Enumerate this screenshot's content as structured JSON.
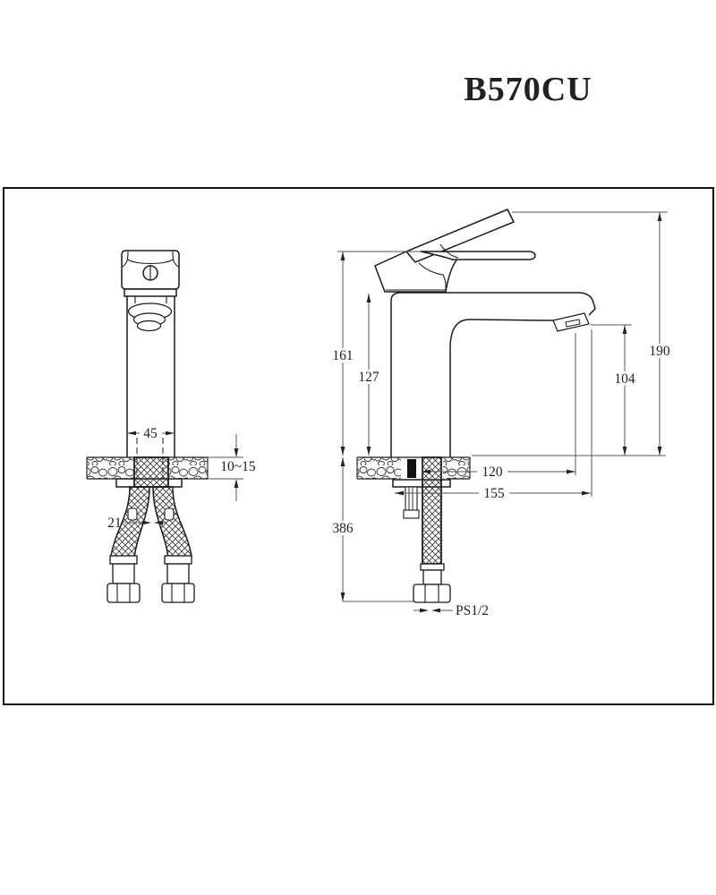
{
  "title": "B570CU",
  "dims": {
    "d45": "45",
    "counter": "10~15",
    "d21": "21",
    "d161": "161",
    "d127": "127",
    "d190": "190",
    "d104": "104",
    "d120": "120",
    "d155": "155",
    "d386": "386",
    "thread": "PS1/2"
  },
  "colors": {
    "outline": "#1a1a1a",
    "dimension_line": "#555555",
    "text": "#222222",
    "background": "#ffffff"
  }
}
